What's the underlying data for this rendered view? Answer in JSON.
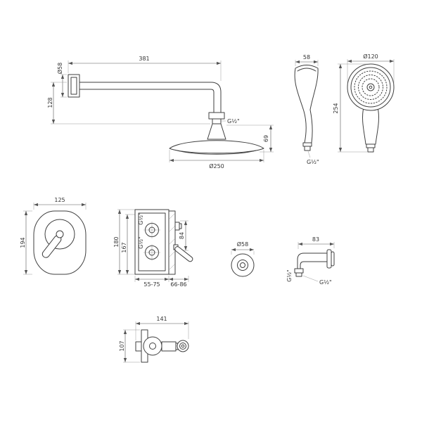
{
  "drawing": {
    "shower_arm": {
      "arm_length": "381",
      "wall_height": "128",
      "flange_diameter": "Ø58",
      "thread": "G½\"",
      "head_height": "69",
      "head_diameter": "Ø250"
    },
    "hand_shower": {
      "head_depth": "58",
      "head_diameter": "Ø120",
      "total_length": "254",
      "thread": "G½\""
    },
    "trim_plate": {
      "width": "125",
      "height": "194"
    },
    "mixer_valve": {
      "height_total": "180",
      "height_body": "167",
      "thread_top": "G½\"",
      "thread_bottom": "G½\"",
      "handle_length": "84",
      "depth_range_body": "55-75",
      "depth_range_trim": "66-86"
    },
    "wall_flange": {
      "diameter": "Ø58"
    },
    "outlet_elbow": {
      "length": "83",
      "thread_out": "G½\"",
      "thread_wall": "G½\""
    },
    "shower_mixer": {
      "width": "141",
      "height": "107"
    }
  }
}
